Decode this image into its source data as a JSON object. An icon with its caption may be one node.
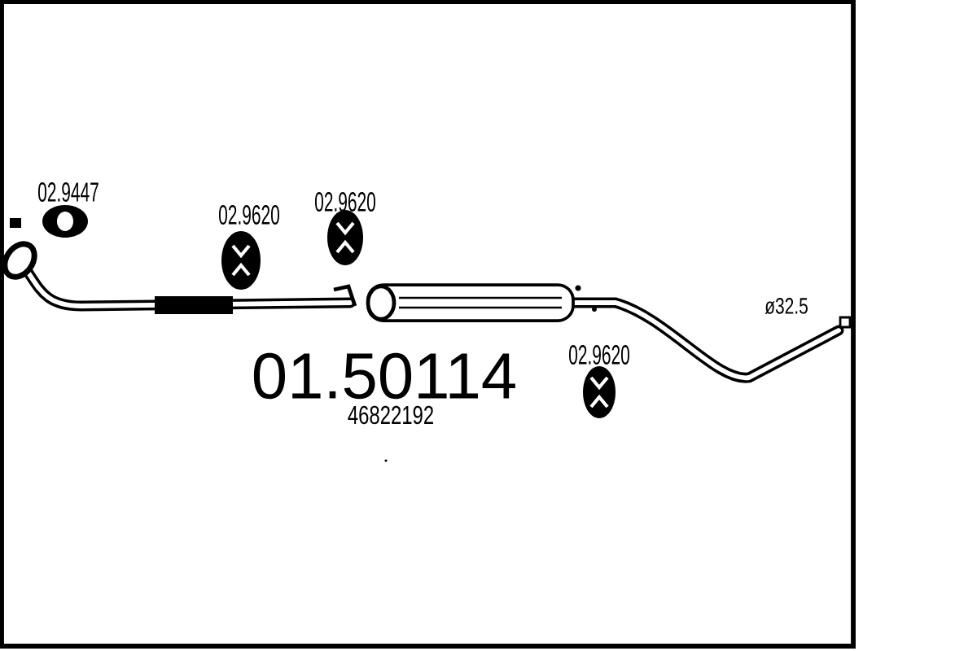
{
  "diagram": {
    "labels": [
      "02.9447",
      "02.9620",
      "02.9620",
      "ø32.5",
      "02.9620",
      "01.50114",
      "46822192"
    ]
  }
}
